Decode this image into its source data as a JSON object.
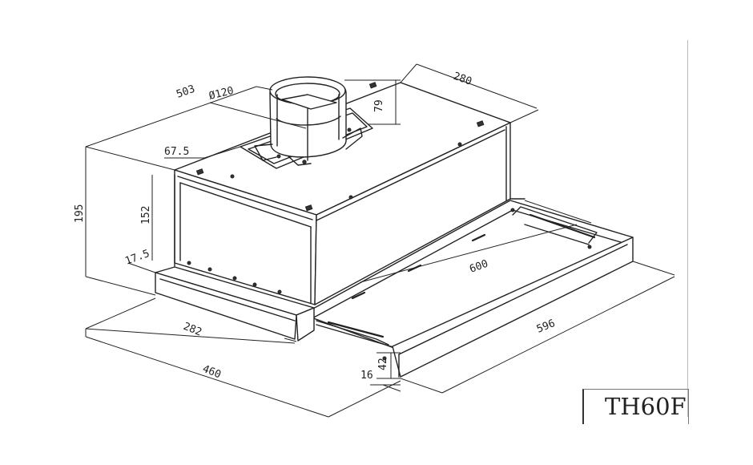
{
  "model": "TH60F",
  "dimensions": {
    "depth_top": "503",
    "width_top": "280",
    "duct_diameter": "Ø120",
    "duct_height": "79",
    "top_offset": "67.5",
    "total_height": "195",
    "body_height": "152",
    "base_height": "17.5",
    "slide_width": "600",
    "front_depth": "282",
    "total_depth": "460",
    "total_width": "596",
    "front_panel_height": "42",
    "front_panel_thickness": "16"
  }
}
